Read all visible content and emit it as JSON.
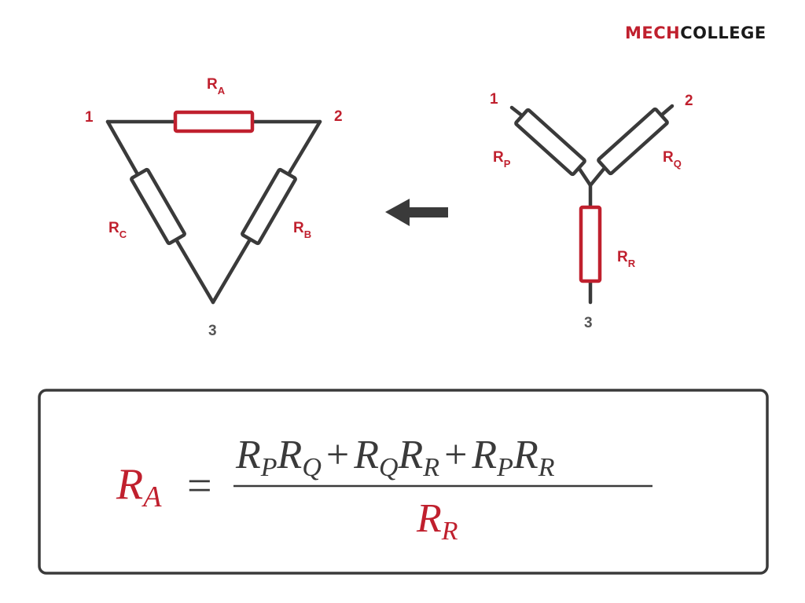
{
  "brand": {
    "part1": "MECH",
    "part2": "COLLEGE"
  },
  "colors": {
    "accent": "#c0202e",
    "wire": "#3a3a3a",
    "node_label": "#555555",
    "box_border": "#3a3a3a"
  },
  "delta": {
    "resistors": [
      {
        "main": "R",
        "sub": "A"
      },
      {
        "main": "R",
        "sub": "B"
      },
      {
        "main": "R",
        "sub": "C"
      }
    ],
    "nodes": [
      "1",
      "2",
      "3"
    ]
  },
  "wye": {
    "resistors": [
      {
        "main": "R",
        "sub": "P"
      },
      {
        "main": "R",
        "sub": "Q"
      },
      {
        "main": "R",
        "sub": "R"
      }
    ],
    "nodes": [
      "1",
      "2",
      "3"
    ]
  },
  "arrow": {
    "icon": "arrow-left-icon"
  },
  "formula": {
    "lhs": {
      "main": "R",
      "sub": "A"
    },
    "equals": "=",
    "numerator": [
      {
        "main": "R",
        "sub": "P"
      },
      {
        "main": "R",
        "sub": "Q"
      },
      {
        "op": "+"
      },
      {
        "main": "R",
        "sub": "Q"
      },
      {
        "main": "R",
        "sub": "R"
      },
      {
        "op": "+"
      },
      {
        "main": "R",
        "sub": "P"
      },
      {
        "main": "R",
        "sub": "R"
      }
    ],
    "denominator": {
      "main": "R",
      "sub": "R"
    }
  }
}
